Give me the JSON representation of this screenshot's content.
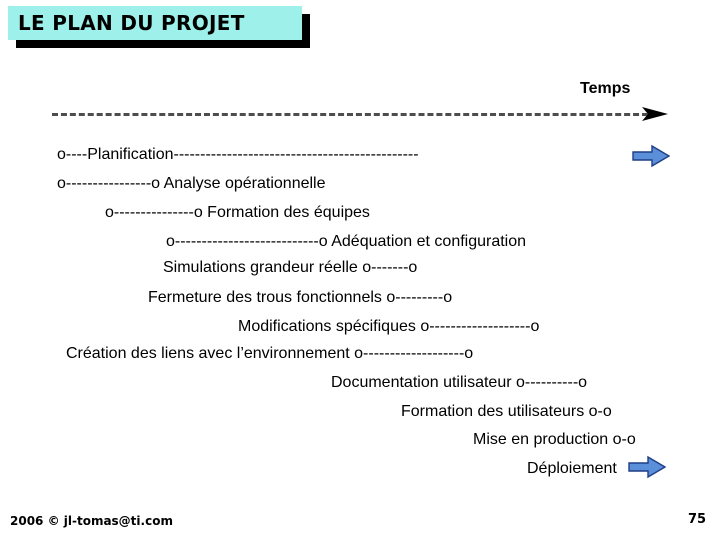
{
  "slide": {
    "title": "LE PLAN DU PROJET",
    "title_bg_color": "#9ef0ea",
    "title_shadow_color": "#000000",
    "background_color": "#ffffff"
  },
  "axis": {
    "label": "Temps",
    "style": "dashed",
    "color": "#4d4d4d",
    "arrowhead": "right-arrowhead-icon"
  },
  "arrows": {
    "fill_color": "#5b8fd9",
    "stroke_color": "#1f3f86",
    "icon": "block-arrow-right-icon"
  },
  "tasks": [
    {
      "id": "planification",
      "text": "o----Planification----------------------------------------------",
      "label": "Planification",
      "has_arrow": true
    },
    {
      "id": "analyse-operationnelle",
      "text": "o----------------o Analyse opérationnelle",
      "label": "Analyse opérationnelle",
      "has_arrow": false
    },
    {
      "id": "formation-des-equipes",
      "text": "o---------------o Formation des équipes",
      "label": "Formation des équipes",
      "has_arrow": false
    },
    {
      "id": "adequation-et-configuration",
      "text": "o---------------------------o Adéquation et configuration",
      "label": "Adéquation et configuration",
      "has_arrow": false
    },
    {
      "id": "simulations-grandeur-reelle",
      "text": "Simulations grandeur réelle o-------o",
      "label": "Simulations grandeur réelle",
      "has_arrow": false
    },
    {
      "id": "fermeture-des-trous-fonctionnels",
      "text": "Fermeture des trous fonctionnels o---------o",
      "label": "Fermeture des trous fonctionnels",
      "has_arrow": false
    },
    {
      "id": "modifications-specifiques",
      "text": "Modifications spécifiques o-------------------o",
      "label": "Modifications spécifiques",
      "has_arrow": false
    },
    {
      "id": "creation-des-liens-avec-l-environnement",
      "text": "Création des liens avec l’environnement o-------------------o",
      "label": "Création des liens avec l’environnement",
      "has_arrow": false
    },
    {
      "id": "documentation-utilisateur",
      "text": "Documentation utilisateur o----------o",
      "label": "Documentation utilisateur",
      "has_arrow": false
    },
    {
      "id": "formation-des-utilisateurs",
      "text": "Formation des utilisateurs o-o",
      "label": "Formation des utilisateurs",
      "has_arrow": false
    },
    {
      "id": "mise-en-production",
      "text": "Mise en production o-o",
      "label": "Mise en production",
      "has_arrow": false
    },
    {
      "id": "deploiement",
      "text": "Déploiement",
      "label": "Déploiement",
      "has_arrow": true
    }
  ],
  "footer": {
    "credit": "2006 © jl-tomas@ti.com",
    "page_number": "75"
  }
}
